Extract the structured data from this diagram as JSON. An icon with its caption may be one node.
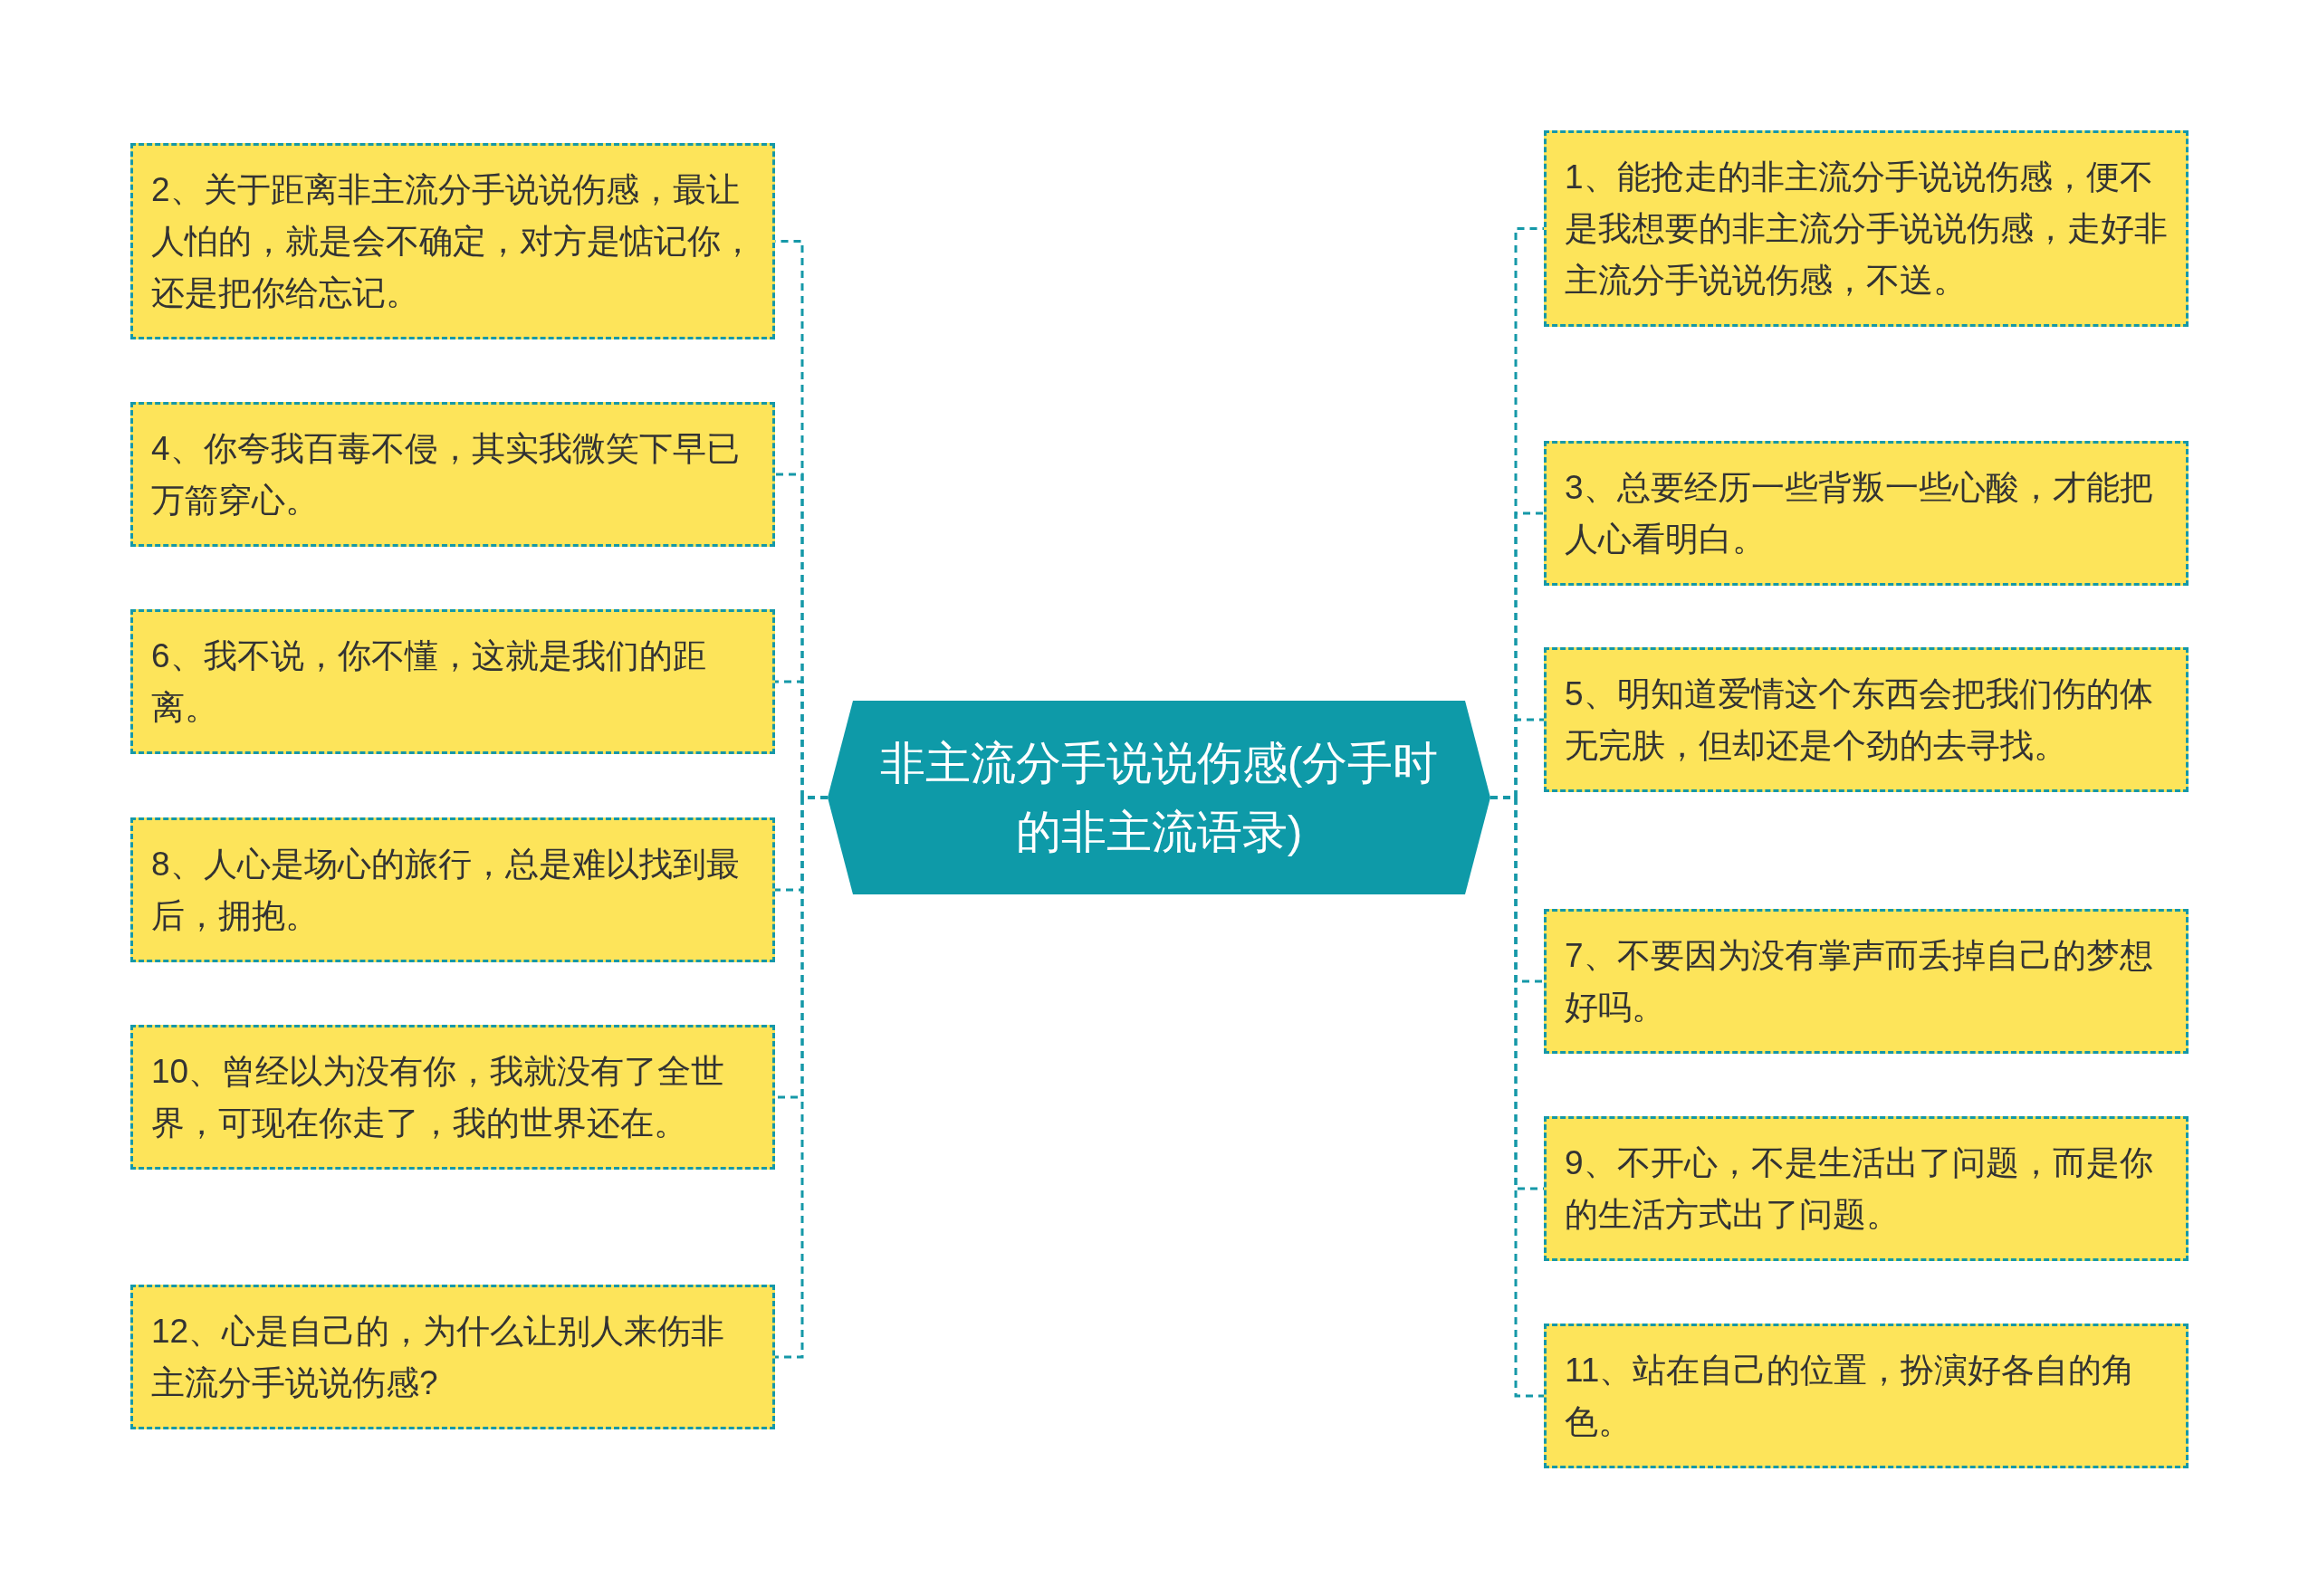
{
  "diagram": {
    "nodes": [
      {
        "text": [
          "非主流分手说说伤感(分手时的非主流语录)"
        ]
      },
      {
        "text": [
          "1、能抢走的非主流分手说说伤感，便不是我想要的非主流分手说说伤感，走好非主流分手说说伤感，不送。"
        ]
      },
      {
        "text": [
          "2、关于距离非主流分手说说伤感，最让人怕的，就是会不确定，对方是惦记你，还是把你给忘记。"
        ]
      },
      {
        "text": [
          "3、总要经历一些背叛一些心酸，才能把人心看明白。"
        ]
      },
      {
        "text": [
          "4、你夸我百毒不侵，其实我微笑下早已万箭穿心。"
        ]
      },
      {
        "text": [
          "5、明知道爱情这个东西会把我们伤的体无完肤，但却还是个劲的去寻找。"
        ]
      },
      {
        "text": [
          "6、我不说，你不懂，这就是我们的距离。"
        ]
      },
      {
        "text": [
          "7、不要因为没有掌声而丢掉自己的梦想好吗。"
        ]
      },
      {
        "text": [
          "8、人心是场心的旅行，总是难以找到最后，拥抱。"
        ]
      },
      {
        "text": [
          "9、不开心，不是生活出了问题，而是你的生活方式出了问题。"
        ]
      },
      {
        "text": [
          "10、曾经以为没有你，我就没有了全世界，可现在你走了，我的世界还在。"
        ]
      },
      {
        "text": [
          "11、站在自己的位置，扮演好各自的角色。"
        ]
      },
      {
        "text": [
          "12、心是自己的，为什么让别人来伤非主流分手说说伤感?"
        ]
      }
    ],
    "edges": [
      {
        "from": 0,
        "to": 1,
        "arrow": "none",
        "style": "dashed"
      },
      {
        "from": 0,
        "to": 2,
        "arrow": "none",
        "style": "dashed"
      },
      {
        "from": 0,
        "to": 3,
        "arrow": "none",
        "style": "dashed"
      },
      {
        "from": 0,
        "to": 4,
        "arrow": "none",
        "style": "dashed"
      },
      {
        "from": 0,
        "to": 5,
        "arrow": "none",
        "style": "dashed"
      },
      {
        "from": 0,
        "to": 6,
        "arrow": "none",
        "style": "dashed"
      },
      {
        "from": 0,
        "to": 7,
        "arrow": "none",
        "style": "dashed"
      },
      {
        "from": 0,
        "to": 8,
        "arrow": "none",
        "style": "dashed"
      },
      {
        "from": 0,
        "to": 9,
        "arrow": "none",
        "style": "dashed"
      },
      {
        "from": 0,
        "to": 10,
        "arrow": "none",
        "style": "dashed"
      },
      {
        "from": 0,
        "to": 11,
        "arrow": "none",
        "style": "dashed"
      },
      {
        "from": 0,
        "to": 12,
        "arrow": "none",
        "style": "dashed"
      }
    ]
  }
}
